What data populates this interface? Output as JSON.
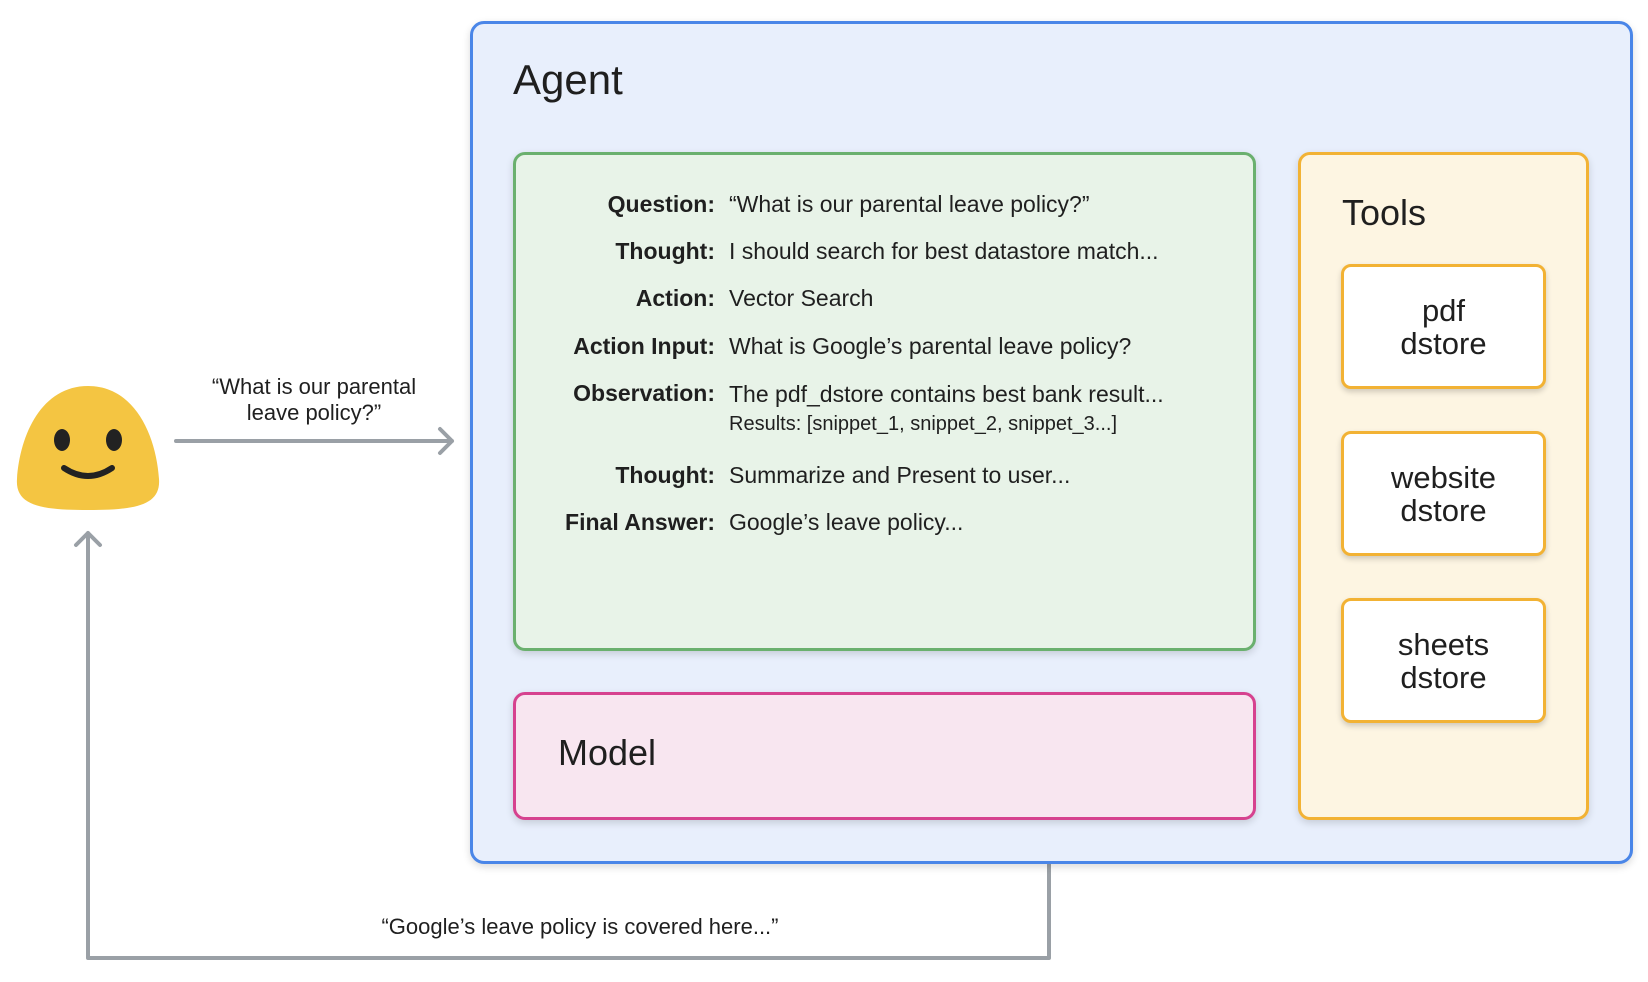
{
  "agent": {
    "title": "Agent"
  },
  "reasoning": {
    "rows": [
      {
        "label": "Question:",
        "value": "“What is our parental leave policy?”"
      },
      {
        "label": "Thought:",
        "value": "I should search for best datastore match..."
      },
      {
        "label": "Action:",
        "value": "Vector Search"
      },
      {
        "label": "Action Input:",
        "value": "What is Google’s parental leave policy?"
      },
      {
        "label": "Observation:",
        "value": "The pdf_dstore contains best bank result...",
        "sub": "Results: [snippet_1, snippet_2, snippet_3...]"
      },
      {
        "label": "Thought:",
        "value": "Summarize and Present to user..."
      },
      {
        "label": "Final Answer:",
        "value": "Google’s leave policy..."
      }
    ]
  },
  "model": {
    "label": "Model"
  },
  "tools": {
    "title": "Tools",
    "items": [
      "pdf\ndstore",
      "website\ndstore",
      "sheets\ndstore"
    ]
  },
  "user": {
    "icon": "smiley-face-icon",
    "color": "#f4c542"
  },
  "flows": {
    "query": "“What is our parental\nleave policy?”",
    "response": "“Google’s leave policy is covered here...”"
  },
  "colors": {
    "agent": "#4a86e8",
    "reasoning": "#6ab06e",
    "model": "#d6428f",
    "tools": "#f2b234",
    "arrow": "#9aa0a6"
  }
}
